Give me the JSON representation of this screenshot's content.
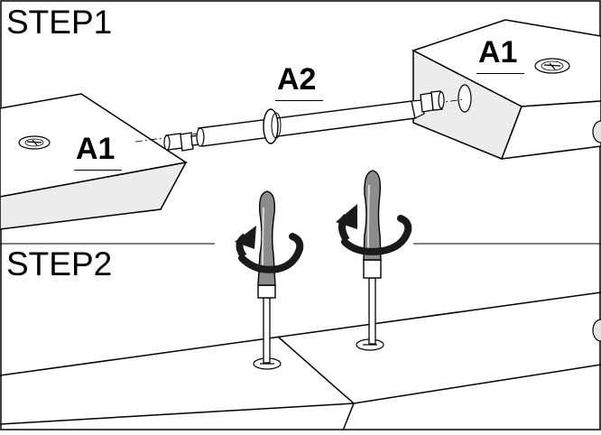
{
  "steps": {
    "step1": "STEP1",
    "step2": "STEP2"
  },
  "parts": {
    "a1_left": "A1",
    "a1_right": "A1",
    "a2": "A2"
  },
  "icons": [
    "cam-lock-icon",
    "cam-dowel-icon",
    "connector-bolt-icon",
    "screwdriver-icon",
    "rotation-arrow-icon",
    "screw-head-icon"
  ],
  "colors": {
    "stroke": "#000000",
    "panel_face": "#ffffff",
    "panel_edge": "#ececec",
    "screwdriver_handle": "#8c8c8c",
    "arrow": "#1a1a1a"
  }
}
